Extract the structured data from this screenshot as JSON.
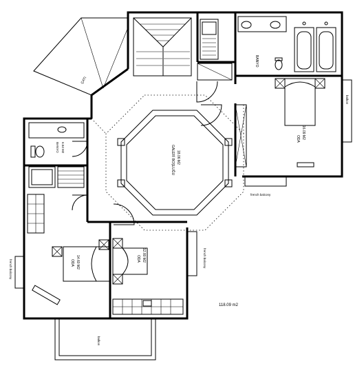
{
  "labels": {
    "bathroom_main": "BANYO",
    "bathroom_small": "BANYO",
    "bathroom_small_area": "6.54 M2",
    "hall": "GALERİ BOŞLUĞU",
    "hall_area": "18.06 M2",
    "bedroom_main": "ODA",
    "bedroom_main_area": "16.09 M2",
    "bedroom_left": "ODA",
    "bedroom_left_area": "14.60 M2",
    "bedroom_mid": "ODA",
    "bedroom_mid_area": "12.80 M2",
    "french_balcony_right": "french balcony",
    "french_balcony_mid": "french balcony",
    "french_balcony_left": "french balcony",
    "balcony_right": "balkon",
    "balcony_bottom": "balkon",
    "roof": "ÇATI",
    "total_area": "118.09 m2"
  }
}
